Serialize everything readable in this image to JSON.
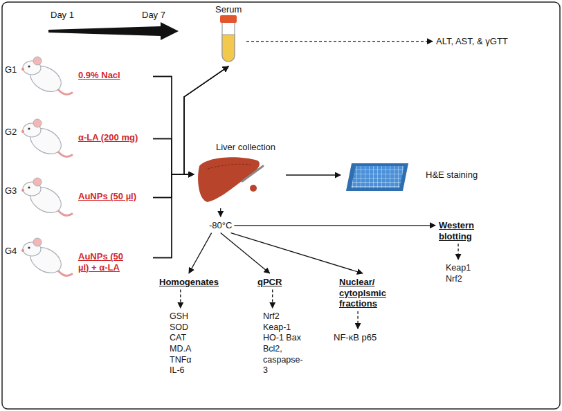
{
  "diagram": {
    "nodes": [
      {
        "text": [
          "G1",
          "0.9% Nacl"
        ]
      },
      {
        "text": [
          "G2",
          "α-LA (200 mg)"
        ]
      },
      {
        "text": [
          "G3",
          "AuNPs (50 µl)"
        ]
      },
      {
        "text": [
          "G4",
          "AuNPs (50 µl) + α-LA"
        ]
      },
      {
        "text": [
          "Serum"
        ]
      },
      {
        "text": [
          "ALT, AST, & γGTT"
        ]
      },
      {
        "text": [
          "Liver collection"
        ]
      },
      {
        "text": [
          "H&E staining"
        ]
      },
      {
        "text": [
          "-80°C"
        ]
      },
      {
        "text": [
          "Homogenates"
        ]
      },
      {
        "text": [
          "GSH SOD CAT MD.A TNFα IL-6"
        ]
      },
      {
        "text": [
          "qPCR"
        ]
      },
      {
        "text": [
          "Nrf2 Keap-1 HO-1 Bax Bcl2, caspapse-3"
        ]
      },
      {
        "text": [
          "Nuclear/ cytoplsmic fractions"
        ]
      },
      {
        "text": [
          "NF-κB p65"
        ]
      },
      {
        "text": [
          "Western blotting"
        ]
      },
      {
        "text": [
          "Keap1 Nrf2"
        ]
      }
    ],
    "edges": [
      {
        "from": 0,
        "to": 4,
        "arrow": "to"
      },
      {
        "from": 1,
        "to": 4,
        "arrow": "to"
      },
      {
        "from": 2,
        "to": 4,
        "arrow": "to"
      },
      {
        "from": 3,
        "to": 4,
        "arrow": "to"
      },
      {
        "from": 0,
        "to": 6,
        "arrow": "to"
      },
      {
        "from": 1,
        "to": 6,
        "arrow": "to"
      },
      {
        "from": 2,
        "to": 6,
        "arrow": "to"
      },
      {
        "from": 3,
        "to": 6,
        "arrow": "to"
      },
      {
        "from": 4,
        "to": 5,
        "arrow": "to"
      },
      {
        "from": 6,
        "to": 7,
        "arrow": "to"
      },
      {
        "from": 6,
        "to": 8,
        "arrow": "to"
      },
      {
        "from": 8,
        "to": 9,
        "arrow": "to"
      },
      {
        "from": 8,
        "to": 11,
        "arrow": "to"
      },
      {
        "from": 8,
        "to": 13,
        "arrow": "to"
      },
      {
        "from": 8,
        "to": 15,
        "arrow": "to"
      },
      {
        "from": 9,
        "to": 10,
        "arrow": "to"
      },
      {
        "from": 11,
        "to": 12,
        "arrow": "to"
      },
      {
        "from": 13,
        "to": 14,
        "arrow": "to"
      },
      {
        "from": 15,
        "to": 16,
        "arrow": "to"
      }
    ],
    "labels": [
      "Day 1",
      "Day 7"
    ]
  }
}
